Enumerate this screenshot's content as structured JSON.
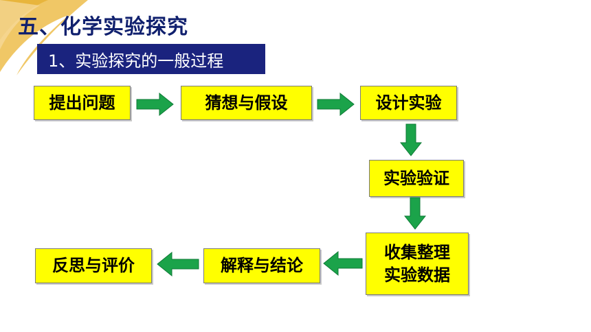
{
  "slide": {
    "title": "五、化学实验探究",
    "subtitle": "1、实验探究的一般过程"
  },
  "steps": [
    "提出问题",
    "猜想与假设",
    "设计实验",
    "实验验证",
    [
      "收集整理",
      "实验数据"
    ],
    "解释与结论",
    "反思与评价"
  ],
  "colors": {
    "box_fill": "#ffff00",
    "title_text": "#10206e",
    "subtitle_fill": "#1a237e",
    "arrow": "#1ba34a",
    "decoration": "#e8b53c"
  },
  "icons": [
    "arrow-right-icon",
    "arrow-down-icon",
    "arrow-left-icon"
  ]
}
